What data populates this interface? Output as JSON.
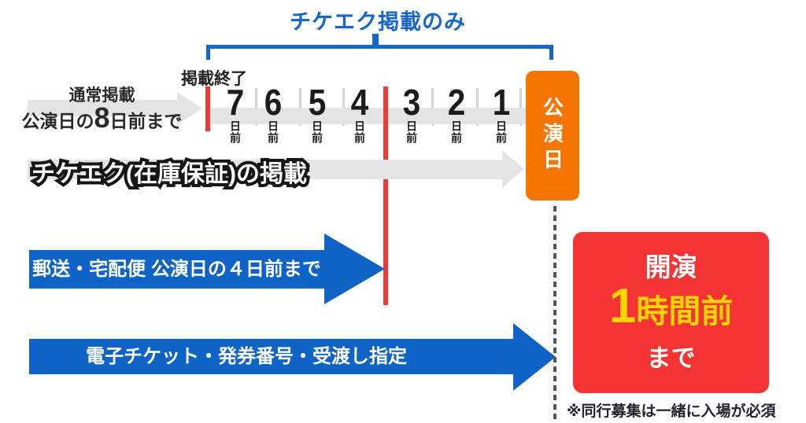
{
  "top": {
    "label": "チケエク掲載のみ"
  },
  "timeline": {
    "end_label": "掲載終了",
    "days": [
      {
        "num": "7"
      },
      {
        "num": "6"
      },
      {
        "num": "5"
      },
      {
        "num": "4"
      },
      {
        "num": "3"
      },
      {
        "num": "2"
      },
      {
        "num": "1"
      }
    ],
    "day_unit": "日前",
    "event_label": "公演日"
  },
  "normal_listing": {
    "line1": "通常掲載",
    "line2_prefix": "公演日の",
    "line2_big": "8",
    "line2_suffix": "日前まで"
  },
  "guarantee": {
    "label": "チケエク(在庫保証)の掲載"
  },
  "arrows": {
    "mail": {
      "label": "郵送・宅配便 公演日の４日前まで"
    },
    "digital": {
      "label": "電子チケット・発券番号・受渡し指定"
    }
  },
  "deadline_box": {
    "line1": "開演",
    "big": "1",
    "unit": "時間前",
    "line3": "まで"
  },
  "caption": "※同行募集は一緒に入場が必須",
  "colors": {
    "bracket_blue": "#1766c9",
    "arrow_blue": "#0f63c6",
    "cutoff_red": "#ee3a34",
    "deadline_red": "#f43434",
    "event_orange": "#f57502",
    "highlight_yellow": "#ffd400",
    "bar_gray": "#e4e4e4",
    "tick_gray": "#d5d5d5",
    "text_dark": "#222222"
  }
}
